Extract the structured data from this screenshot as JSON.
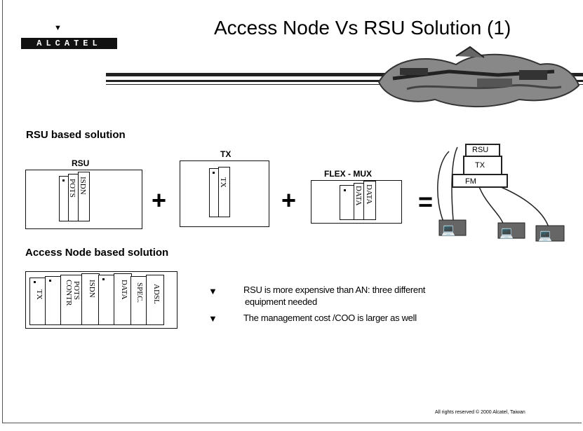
{
  "logo": {
    "text": "ALCATEL"
  },
  "title": "Access Node Vs RSU Solution (1)",
  "rsu_section": {
    "heading": "RSU based solution",
    "rsu": {
      "label": "RSU",
      "cards": [
        "POTS",
        "ISDN"
      ]
    },
    "tx": {
      "label": "TX",
      "cards": [
        "TX"
      ]
    },
    "flexmux": {
      "label": "FLEX - MUX",
      "cards": [
        "DATA",
        "DATA"
      ]
    },
    "plus": "+",
    "equals": "=",
    "result": {
      "rsu": "RSU",
      "tx": "TX",
      "fm": "FM"
    }
  },
  "an_section": {
    "heading": "Access Node based solution",
    "cards": [
      "TX",
      "CONTR",
      "POTS",
      "ISDN",
      "DATA",
      "SPEC.",
      "ADSL"
    ]
  },
  "bullets": [
    {
      "line1": "RSU is more expensive than AN: three different",
      "line2": "equipment needed"
    },
    {
      "line1": "The management cost /COO is larger as well"
    }
  ],
  "footer": "All rights reserved © 2000  Alcatel, Taiwan"
}
